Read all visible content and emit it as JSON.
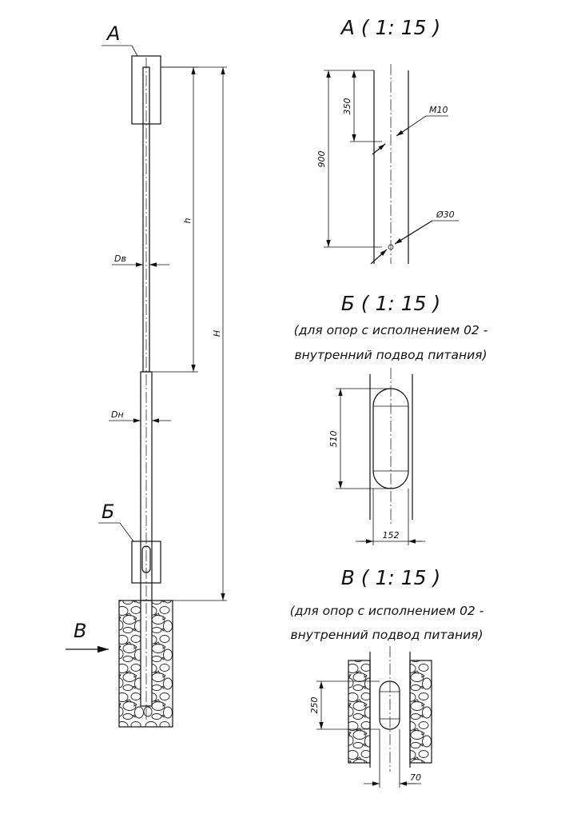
{
  "callouts": {
    "a": "А",
    "b": "Б",
    "v": "В"
  },
  "pole_dims": {
    "h": "h",
    "H": "H",
    "dv": "Dв",
    "dn": "Dн"
  },
  "view_a": {
    "title": "А ( 1: 15 )",
    "dim_350": "350",
    "dim_900": "900",
    "thread": "М10",
    "hole": "Ø30"
  },
  "view_b": {
    "title": "Б ( 1: 15 )",
    "note_line1": "(для опор с исполнением 02 -",
    "note_line2": "внутренний подвод питания)",
    "dim_510": "510",
    "dim_152": "152"
  },
  "view_v": {
    "title": "В ( 1: 15 )",
    "note_line1": "(для опор с исполнением 02 -",
    "note_line2": "внутренний подвод питания)",
    "dim_250": "250",
    "dim_70": "70"
  }
}
